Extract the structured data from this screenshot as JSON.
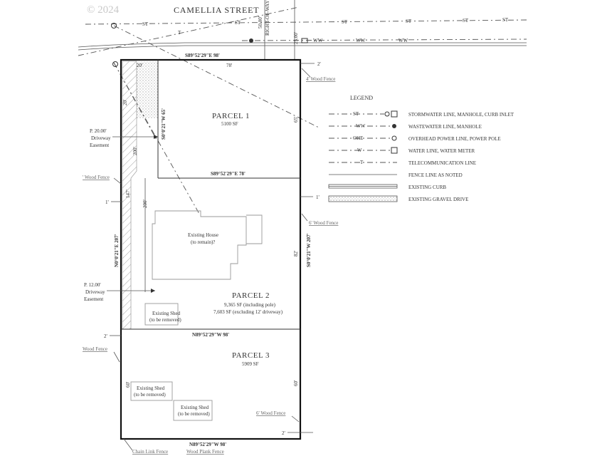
{
  "watermark": "© 2024",
  "street": "CAMELLIA STREET",
  "row_label": "RIGHT-OF-WAY",
  "row_width": "50.00'",
  "row_half": "25.00'",
  "utility_codes": {
    "st": "ST",
    "t": "T",
    "ww": "WW"
  },
  "bearings": {
    "north_line": "S89°52'29\"E  98'",
    "parcel1_south": "S89°52'29\"E  78'",
    "parcel2_south": "N89°52'29\"W  98'",
    "south_line": "N89°52'29\"W  98'",
    "west_inner": "S0°0'21\"W  65'",
    "west_line": "N0°0'21\"E  207'",
    "east_line": "S0°0'21\"W  207'"
  },
  "dimensions": {
    "top_20": "20'",
    "top_78": "78'",
    "east_65": "65'",
    "east_82": "82'",
    "east_60": "60'",
    "west_60": "60'",
    "west_147": "147'",
    "west_20": "20'",
    "west_r1": "200'",
    "west_r2": "200'",
    "offset_2a": "2'",
    "offset_1a": "1'",
    "offset_1b": "1'",
    "offset_2b": "2'",
    "offset_2c": "2'"
  },
  "fences": {
    "f4_wood": "4' Wood Fence",
    "wood_left": "' Wood Fence",
    "f6_wood_mid": "6' Wood Fence",
    "wood_left2": "Wood Fence",
    "f6_wood_bot": "6' Wood Fence",
    "chain_link": "Chain Link Fence",
    "wood_plank": "Wood Plank Fence"
  },
  "easements": {
    "e20": {
      "line1": "P. 20.00'",
      "line2": "Driveway",
      "line3": "Easement"
    },
    "e12": {
      "line1": "P. 12.00'",
      "line2": "Driveway",
      "line3": "Easement"
    }
  },
  "parcels": {
    "p1": {
      "name": "PARCEL 1",
      "area": "5100 SF"
    },
    "p2": {
      "name": "PARCEL 2",
      "area1": "9,365 SF (including pole)",
      "area2": "7,603 SF (excluding 12' driveway)"
    },
    "p3": {
      "name": "PARCEL 3",
      "area": "5909 SF"
    }
  },
  "structures": {
    "house": {
      "line1": "Existing House",
      "line2": "(to remain)?"
    },
    "shed1": {
      "line1": "Existing Shed",
      "line2": "(to be removed)"
    },
    "shed2": {
      "line1": "Existing Shed",
      "line2": "(to be removed)"
    },
    "shed3": {
      "line1": "Existing Shed",
      "line2": "(to be removed)"
    }
  },
  "legend": {
    "title": "LEGEND",
    "items": [
      {
        "code": "ST",
        "label": "STORMWATER LINE, MANHOLE, CURB INLET"
      },
      {
        "code": "WW",
        "label": "WASTEWATER LINE, MANHOLE"
      },
      {
        "code": "OHE",
        "label": "OVERHEAD POWER LINE, POWER POLE"
      },
      {
        "code": "W",
        "label": "WATER LINE, WATER METER"
      },
      {
        "code": "T",
        "label": "TELECOMMUNICATION LINE"
      },
      {
        "code": "",
        "label": "FENCE LINE AS NOTED"
      },
      {
        "code": "",
        "label": "EXISTING CURB"
      },
      {
        "code": "",
        "label": "EXISTING GRAVEL DRIVE"
      }
    ]
  },
  "colors": {
    "line": "#111111",
    "fence_text": "#666666",
    "hatch": "#999999"
  }
}
